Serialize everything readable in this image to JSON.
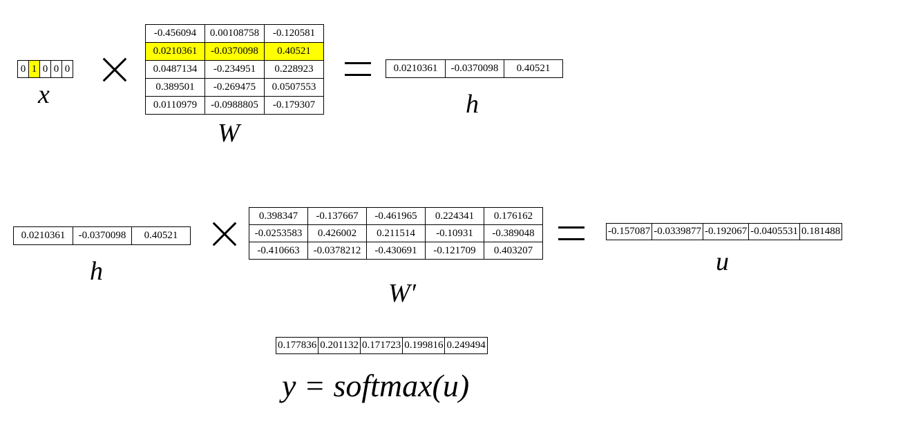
{
  "x": {
    "label": "x",
    "values": [
      "0",
      "1",
      "0",
      "0",
      "0"
    ],
    "highlight_index": 1
  },
  "W": {
    "label": "W",
    "highlight_row": 1,
    "highlight_color": "#ffff00",
    "rows": [
      [
        "-0.456094",
        "0.00108758",
        "-0.120581"
      ],
      [
        "0.0210361",
        "-0.0370098",
        "0.40521"
      ],
      [
        "0.0487134",
        "-0.234951",
        "0.228923"
      ],
      [
        "0.389501",
        "-0.269475",
        "0.0507553"
      ],
      [
        "0.0110979",
        "-0.0988805",
        "-0.179307"
      ]
    ]
  },
  "h": {
    "label": "h",
    "values": [
      "0.0210361",
      "-0.0370098",
      "0.40521"
    ]
  },
  "W_prime": {
    "label": "W′",
    "rows": [
      [
        "0.398347",
        "-0.137667",
        "-0.461965",
        "0.224341",
        "0.176162"
      ],
      [
        "-0.0253583",
        "0.426002",
        "0.211514",
        "-0.10931",
        "-0.389048"
      ],
      [
        "-0.410663",
        "-0.0378212",
        "-0.430691",
        "-0.121709",
        "0.403207"
      ]
    ]
  },
  "u": {
    "label": "u",
    "values": [
      "-0.157087",
      "-0.0339877",
      "-0.192067",
      "-0.0405531",
      "0.181488"
    ]
  },
  "y": {
    "formula": "y = softmax(u)",
    "values": [
      "0.177836",
      "0.201132",
      "0.171723",
      "0.199816",
      "0.249494"
    ]
  }
}
